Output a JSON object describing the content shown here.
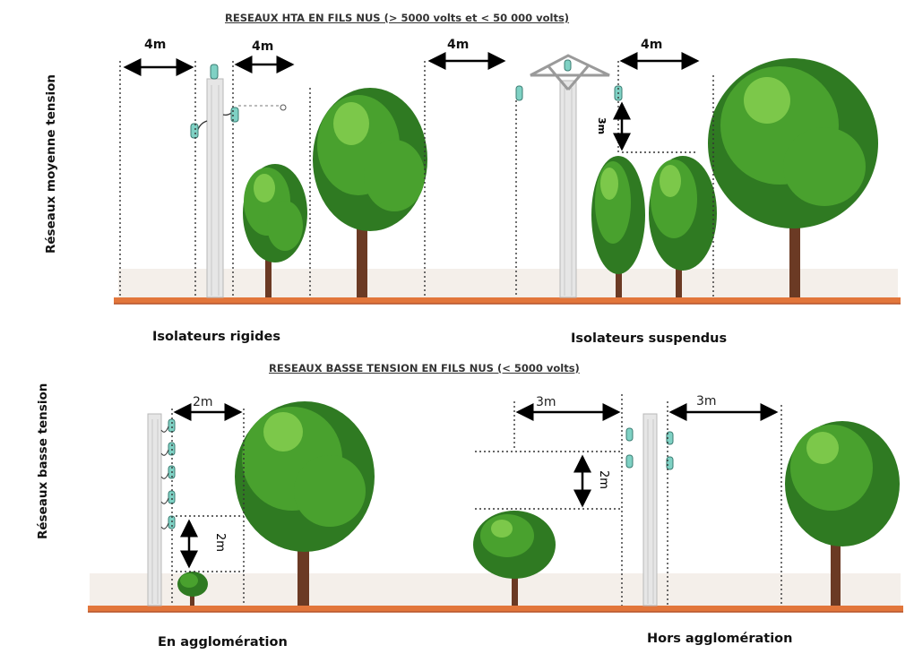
{
  "top_section": {
    "heading": "RESEAUX HTA EN FILS NUS (> 5000 volts et < 50 000 volts)",
    "side_label": "Réseaux moyenne tension",
    "captions": {
      "left": "Isolateurs rigides",
      "right": "Isolateurs suspendus"
    },
    "dims": {
      "d1": "4m",
      "d2": "4m",
      "d3": "4m",
      "d4": "4m",
      "vertical": "3m"
    }
  },
  "bottom_section": {
    "heading": "RESEAUX BASSE TENSION EN FILS NUS (< 5000 volts)",
    "side_label": "Réseaux basse tension",
    "captions": {
      "left": "En agglomération",
      "right": "Hors agglomération"
    },
    "dims": {
      "d1": "2m",
      "v1": "2m",
      "d2": "3m",
      "d3": "3m",
      "v2": "2m"
    }
  },
  "colors": {
    "ground": "#e2763b",
    "ground_edge": "#b5532a",
    "ground_band": "#f4efea",
    "foliage_dark": "#2f7a22",
    "foliage_mid": "#49a12e",
    "foliage_light": "#7cc84a",
    "trunk": "#6b3a24",
    "pole": "#e6e6e6",
    "pole_edge": "#b8b8b8",
    "insulator": "#7fd1c4"
  }
}
